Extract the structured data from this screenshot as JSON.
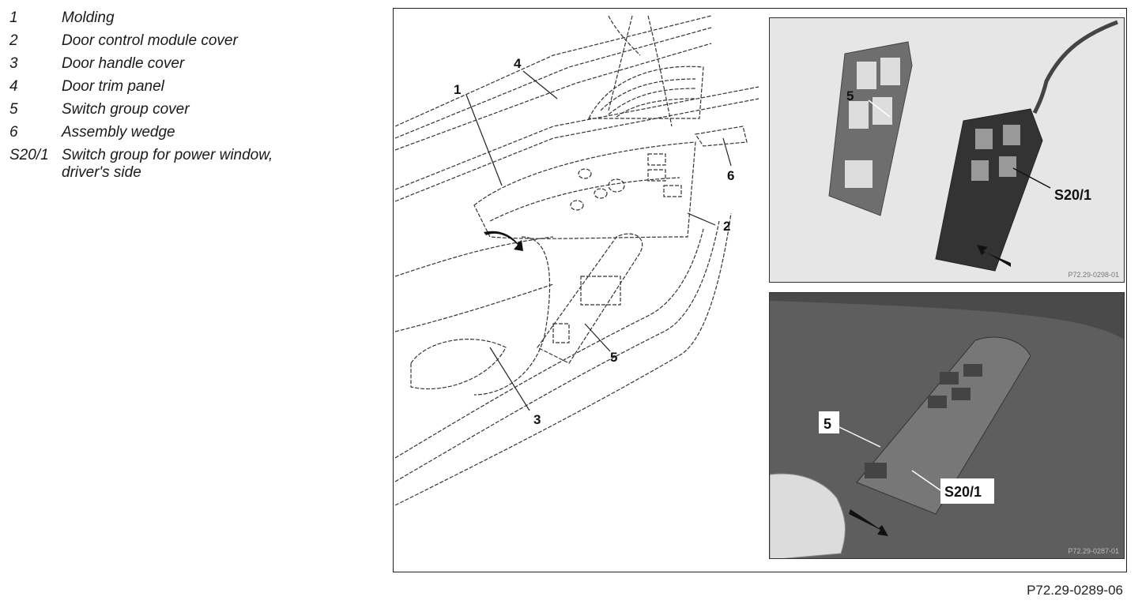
{
  "legend": [
    {
      "key": "1",
      "text": "Molding"
    },
    {
      "key": "2",
      "text": "Door control module cover"
    },
    {
      "key": "3",
      "text": "Door handle cover"
    },
    {
      "key": "4",
      "text": "Door trim panel"
    },
    {
      "key": "5",
      "text": "Switch group cover"
    },
    {
      "key": "6",
      "text": "Assembly wedge"
    },
    {
      "key": "S20/1",
      "text": "Switch group for power window,",
      "continuation": "driver's side"
    }
  ],
  "drawing_callouts": [
    "1",
    "2",
    "3",
    "4",
    "5",
    "6"
  ],
  "photo_top": {
    "callout_5": "5",
    "callout_switch": "S20/1",
    "code": "P72.29-0298-01"
  },
  "photo_bottom": {
    "callout_5": "5",
    "callout_switch": "S20/1",
    "code": "P72.29-0287-01"
  },
  "figure_id": "P72.29-0289-06"
}
